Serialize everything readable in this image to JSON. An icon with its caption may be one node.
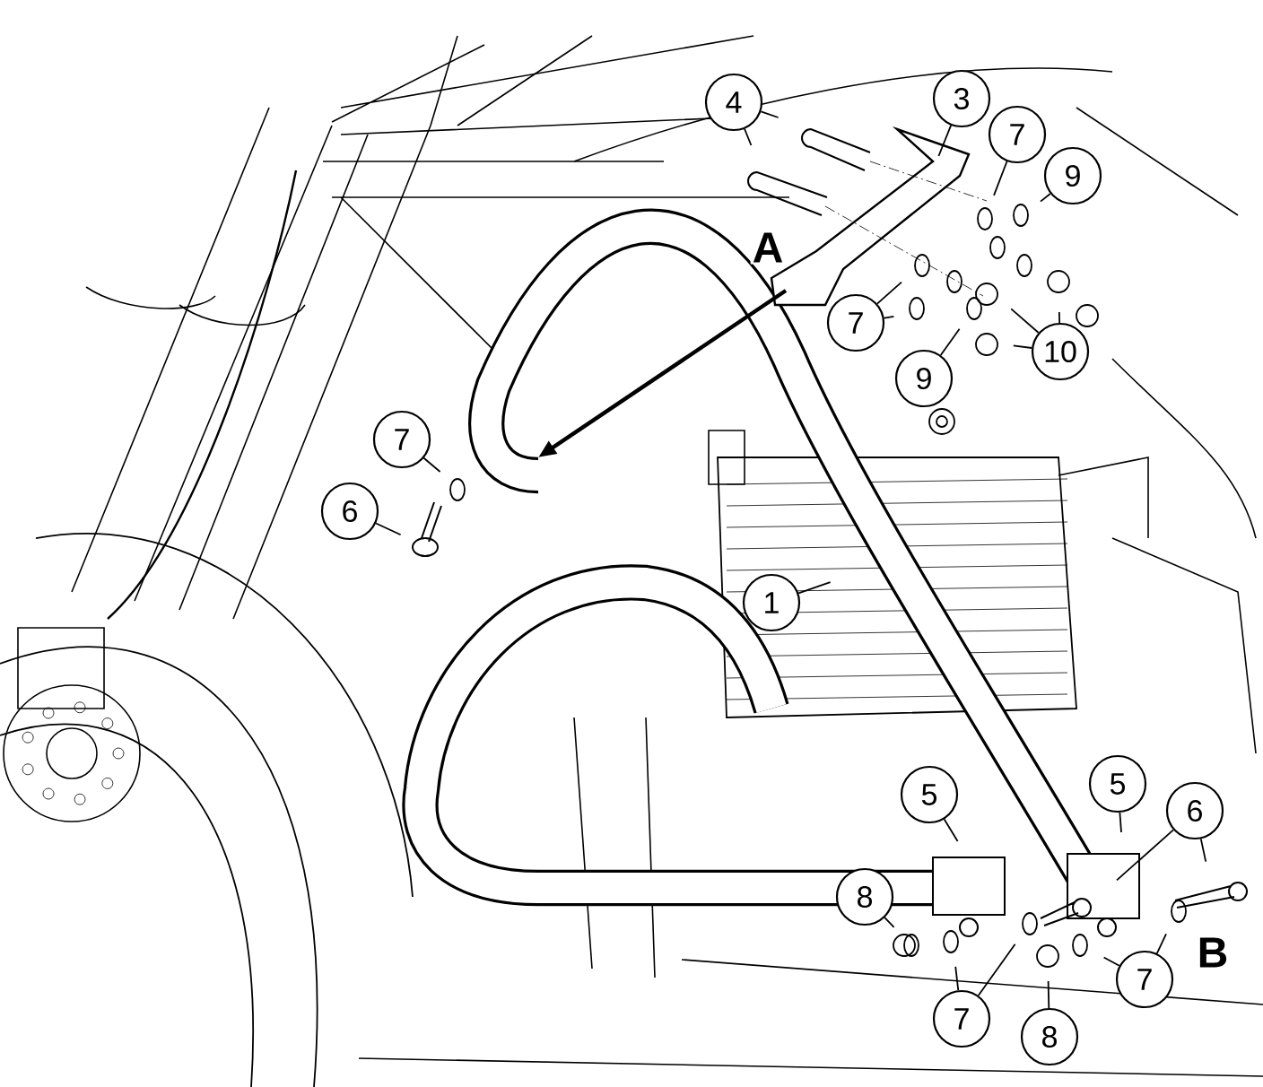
{
  "diagram": {
    "nodes": [
      {
        "text": [
          "4"
        ]
      },
      {
        "text": [
          "3"
        ]
      },
      {
        "text": [
          "7"
        ]
      },
      {
        "text": [
          "9"
        ]
      },
      {
        "text": [
          "7"
        ]
      },
      {
        "text": [
          "10"
        ]
      },
      {
        "text": [
          "9"
        ]
      },
      {
        "text": [
          "7"
        ]
      },
      {
        "text": [
          "6"
        ]
      },
      {
        "text": [
          "1"
        ]
      },
      {
        "text": [
          "5"
        ]
      },
      {
        "text": [
          "5"
        ]
      },
      {
        "text": [
          "6"
        ]
      },
      {
        "text": [
          "8"
        ]
      },
      {
        "text": [
          "7"
        ]
      },
      {
        "text": [
          "8"
        ]
      },
      {
        "text": [
          "7"
        ]
      }
    ],
    "edges": [
      {
        "from": 0,
        "to": null,
        "arrow": "none"
      },
      {
        "from": 0,
        "to": null,
        "arrow": "none"
      },
      {
        "from": 1,
        "to": null,
        "arrow": "none"
      },
      {
        "from": 2,
        "to": null,
        "arrow": "none"
      },
      {
        "from": 3,
        "to": null,
        "arrow": "none"
      },
      {
        "from": 4,
        "to": null,
        "arrow": "none"
      },
      {
        "from": 4,
        "to": null,
        "arrow": "none"
      },
      {
        "from": 5,
        "to": null,
        "arrow": "none"
      },
      {
        "from": 5,
        "to": null,
        "arrow": "none"
      },
      {
        "from": 5,
        "to": null,
        "arrow": "none"
      },
      {
        "from": 6,
        "to": null,
        "arrow": "none"
      },
      {
        "from": 7,
        "to": null,
        "arrow": "none"
      },
      {
        "from": 8,
        "to": null,
        "arrow": "none"
      },
      {
        "from": 9,
        "to": null,
        "arrow": "none"
      },
      {
        "from": 10,
        "to": null,
        "arrow": "none"
      },
      {
        "from": 11,
        "to": null,
        "arrow": "none"
      },
      {
        "from": 12,
        "to": null,
        "arrow": "none"
      },
      {
        "from": 12,
        "to": null,
        "arrow": "none"
      },
      {
        "from": 13,
        "to": null,
        "arrow": "none"
      },
      {
        "from": 14,
        "to": null,
        "arrow": "none"
      },
      {
        "from": 14,
        "to": null,
        "arrow": "none"
      },
      {
        "from": 15,
        "to": null,
        "arrow": "none"
      },
      {
        "from": 16,
        "to": null,
        "arrow": "none"
      },
      {
        "from": 16,
        "to": null,
        "arrow": "none"
      }
    ],
    "labels": [
      "A",
      "B"
    ]
  }
}
